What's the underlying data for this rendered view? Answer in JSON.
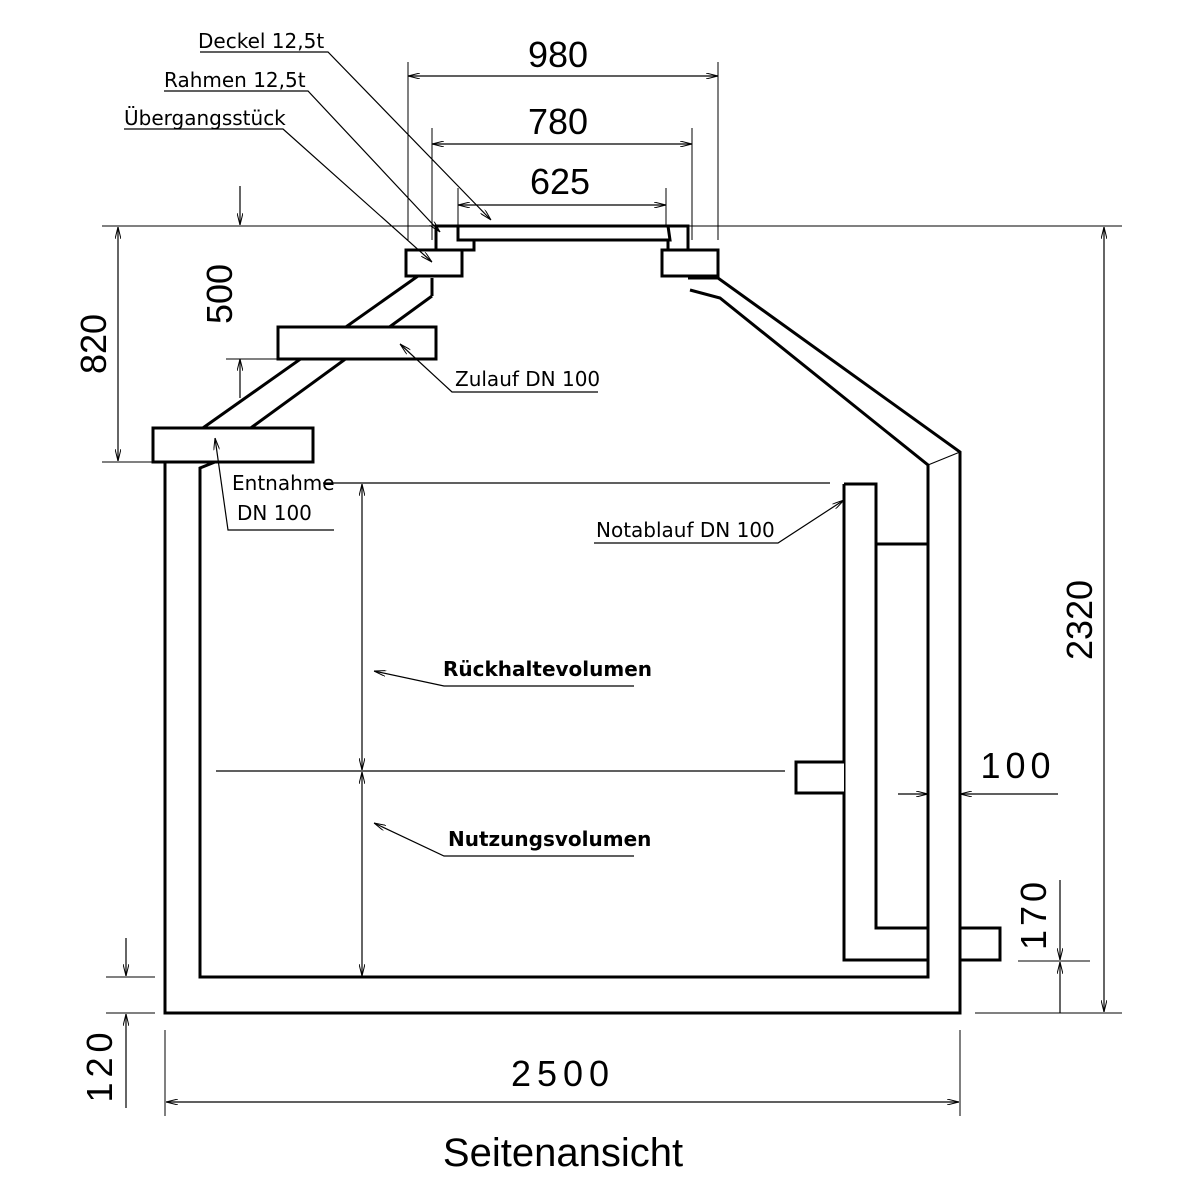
{
  "labels": {
    "deckel": "Deckel 12,5t",
    "rahmen": "Rahmen 12,5t",
    "uebergang": "Übergangsstück",
    "zulauf": "Zulauf DN 100",
    "entnahme_1": "Entnahme",
    "entnahme_2": "DN 100",
    "notablauf": "Notablauf DN 100",
    "rueckhalte": "Rückhaltevolumen",
    "nutzung": "Nutzungsvolumen"
  },
  "dimensions": {
    "d980": "980",
    "d780": "780",
    "d625": "625",
    "d500": "500",
    "d820": "820",
    "d2320": "2320",
    "d100": "100",
    "d170": "170",
    "d120": "120",
    "d2500": "2500"
  },
  "title": "Seitenansicht"
}
